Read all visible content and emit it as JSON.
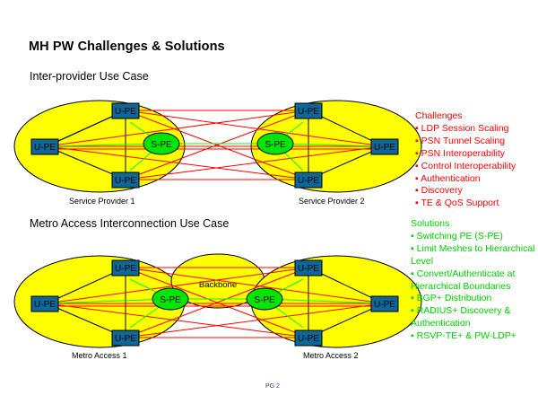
{
  "title": "MH PW Challenges & Solutions",
  "section1": {
    "heading": "Inter-provider Use Case",
    "left_cloud_label": "Service Provider 1",
    "right_cloud_label": "Service Provider 2",
    "upe_label": "U-PE",
    "spe_label": "S-PE"
  },
  "section2": {
    "heading": "Metro Access Interconnection Use Case",
    "left_cloud_label": "Metro Access 1",
    "right_cloud_label": "Metro Access 2",
    "backbone_label": "Backbone",
    "upe_label": "U-PE",
    "spe_label": "S-PE"
  },
  "challenges": {
    "heading": "Challenges",
    "items": [
      "LDP Session Scaling",
      "PSN Tunnel Scaling",
      "PSN Interoperability",
      "Control Interoperability",
      "Authentication",
      "Discovery",
      "TE & QoS Support"
    ]
  },
  "solutions": {
    "heading": "Solutions",
    "items": [
      "Switching PE (S-PE)",
      "Limit Meshes to Hierarchical Level",
      "Convert/Authenticate at Hierarchical Boundaries",
      "BGP+ Distribution",
      "RADIUS+ Discovery & Authentication",
      "RSVP-TE+ & PW-LDP+"
    ]
  },
  "footer": "PG 2",
  "colors": {
    "cloud": "#ffff00",
    "upe_box": "#0f6699",
    "spe": "#00e600",
    "mesh_line": "#ff0000",
    "pw_line": "#00ff00",
    "challenges_text": "#ff0000",
    "solutions_text": "#00cc00"
  }
}
